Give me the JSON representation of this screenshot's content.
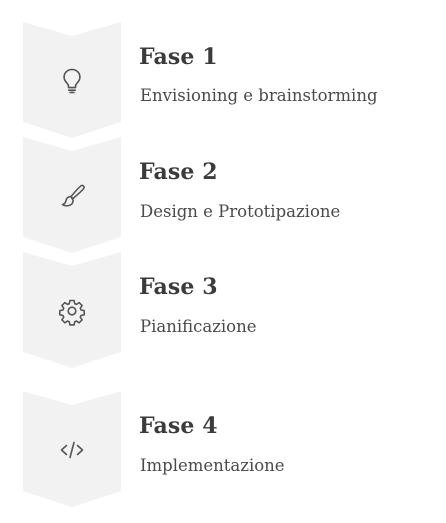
{
  "steps": [
    {
      "title": "Fase 1",
      "subtitle": "Envisioning e brainstorming",
      "icon": "lightbulb-icon"
    },
    {
      "title": "Fase 2",
      "subtitle": "Design e Prototipazione",
      "icon": "brush-icon"
    },
    {
      "title": "Fase 3",
      "subtitle": "Pianificazione",
      "icon": "gear-icon"
    },
    {
      "title": "Fase 4",
      "subtitle": "Implementazione",
      "icon": "code-icon"
    }
  ],
  "colors": {
    "chevron_bg": "#f2f2f2",
    "icon": "#555555",
    "title": "#3b3b3b",
    "subtitle": "#4a4a4a"
  }
}
